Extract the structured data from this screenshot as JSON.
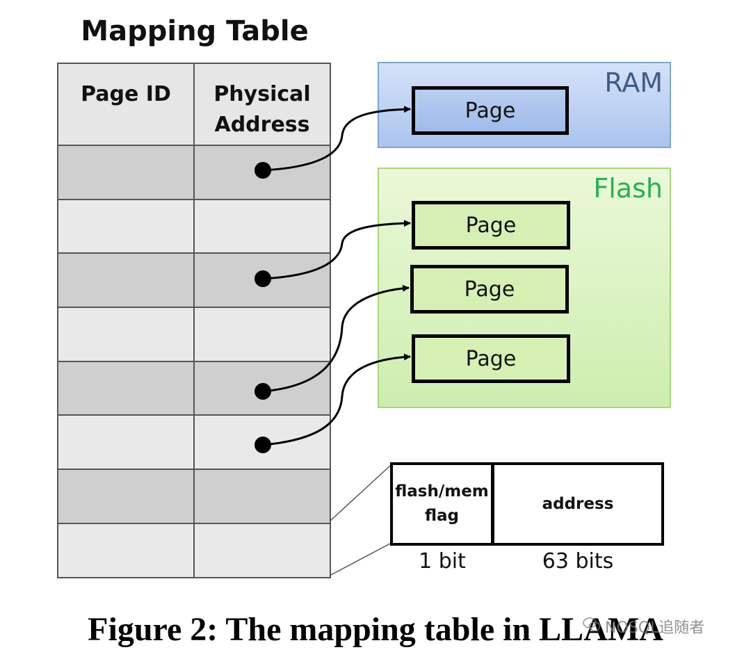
{
  "title": "Mapping Table",
  "table": {
    "headers": [
      "Page ID",
      "Physical Address"
    ]
  },
  "zones": {
    "ram": {
      "label": "RAM",
      "page_labels": [
        "Page"
      ]
    },
    "flash": {
      "label": "Flash",
      "page_labels": [
        "Page",
        "Page",
        "Page"
      ]
    }
  },
  "entry": {
    "flag_label": "flash/mem flag",
    "address_label": "address",
    "flag_bits": "1 bit",
    "address_bits": "63 bits"
  },
  "caption": "Figure 2: The mapping table in LLAMA",
  "watermark": "NOSQL追随者",
  "colors": {
    "ram_label": "#3d5c8a",
    "flash_label": "#27b04f",
    "ram_fill": "#aac4ee",
    "flash_fill": "#cdeeae"
  }
}
